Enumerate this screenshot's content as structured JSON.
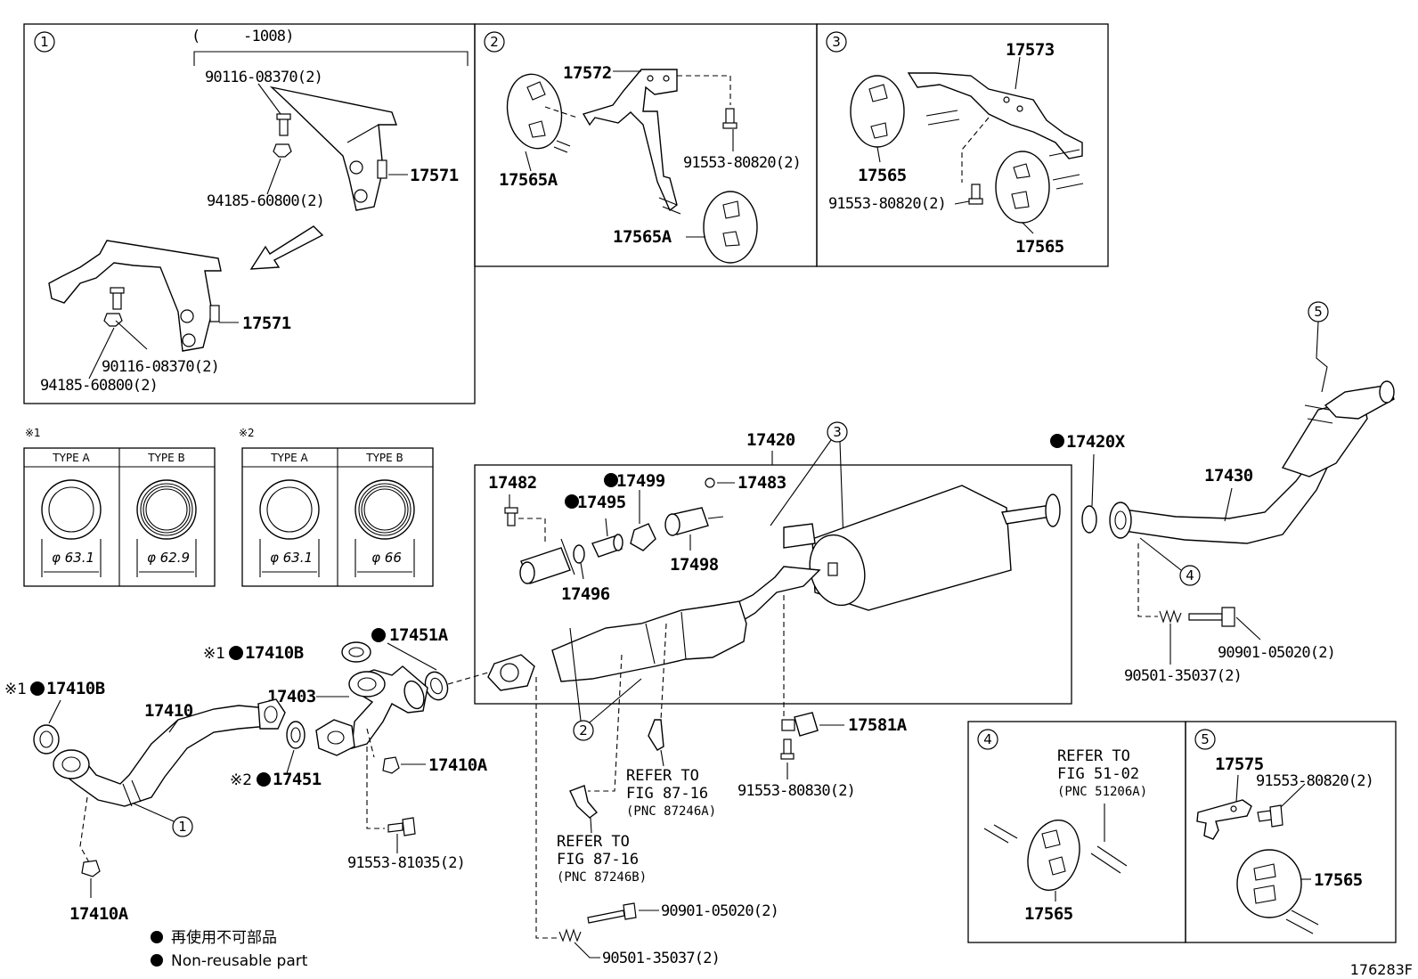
{
  "figure_number": "176283F",
  "legend": {
    "ja": "再使用不可部品",
    "en": "Non-reusable part"
  },
  "callouts": {
    "c1": "1",
    "c2": "2",
    "c3": "3",
    "c4": "4",
    "c5": "5",
    "x1": "※1",
    "x2": "※2"
  },
  "inset1": {
    "range": "(　　　-1008)",
    "parts": {
      "bolt_top": "90116-08370(2)",
      "nut_top": "94185-60800(2)",
      "bracket_top": "17571",
      "bracket_bottom": "17571",
      "bolt_bottom": "90116-08370(2)",
      "nut_bottom": "94185-60800(2)"
    }
  },
  "inset2": {
    "parts": {
      "bracket": "17572",
      "hanger_left": "17565A",
      "bolt": "91553-80820(2)",
      "hanger_right": "17565A"
    }
  },
  "inset3": {
    "parts": {
      "bracket": "17573",
      "hanger_left": "17565",
      "bolt": "91553-80820(2)",
      "hanger_right": "17565"
    }
  },
  "gasket_tables": [
    {
      "mark": "※1",
      "type_a": "TYPE A",
      "type_b": "TYPE B",
      "dim_a": "φ 63.1",
      "dim_b": "φ 62.9"
    },
    {
      "mark": "※2",
      "type_a": "TYPE A",
      "type_b": "TYPE B",
      "dim_a": "φ 63.1",
      "dim_b": "φ 66"
    }
  ],
  "main_parts": {
    "p17420": "17420",
    "p17482": "17482",
    "p17499": "17499",
    "p17483": "17483",
    "p17495": "17495",
    "p17496": "17496",
    "p17498": "17498",
    "p17420x": "17420X",
    "p17430": "17430",
    "p17451a": "17451A",
    "p17410b_upper": "17410B",
    "p17403": "17403",
    "p17410b_left": "17410B",
    "p17410": "17410",
    "p17451": "17451",
    "p17410a_right": "17410A",
    "p17410a_bottom": "17410A",
    "p91553_81035": "91553-81035(2)",
    "p17581a": "17581A",
    "p91553_80830": "91553-80830(2)",
    "p90901_right": "90901-05020(2)",
    "p90501_right": "90501-35037(2)",
    "p90901_bottom": "90901-05020(2)",
    "p90501_bottom": "90501-35037(2)"
  },
  "references": {
    "ref_a_line1": "REFER TO",
    "ref_a_line2": "FIG 87-16",
    "ref_a_line3": "(PNC 87246A)",
    "ref_b_line1": "REFER TO",
    "ref_b_line2": "FIG 87-16",
    "ref_b_line3": "(PNC 87246B)",
    "ref_c_line1": "REFER TO",
    "ref_c_line2": "FIG 51-02",
    "ref_c_line3": "(PNC 51206A)"
  },
  "inset4": {
    "parts": {
      "hanger": "17565"
    }
  },
  "inset5": {
    "parts": {
      "bracket": "17575",
      "bolt": "91553-80820(2)",
      "hanger": "17565"
    }
  }
}
